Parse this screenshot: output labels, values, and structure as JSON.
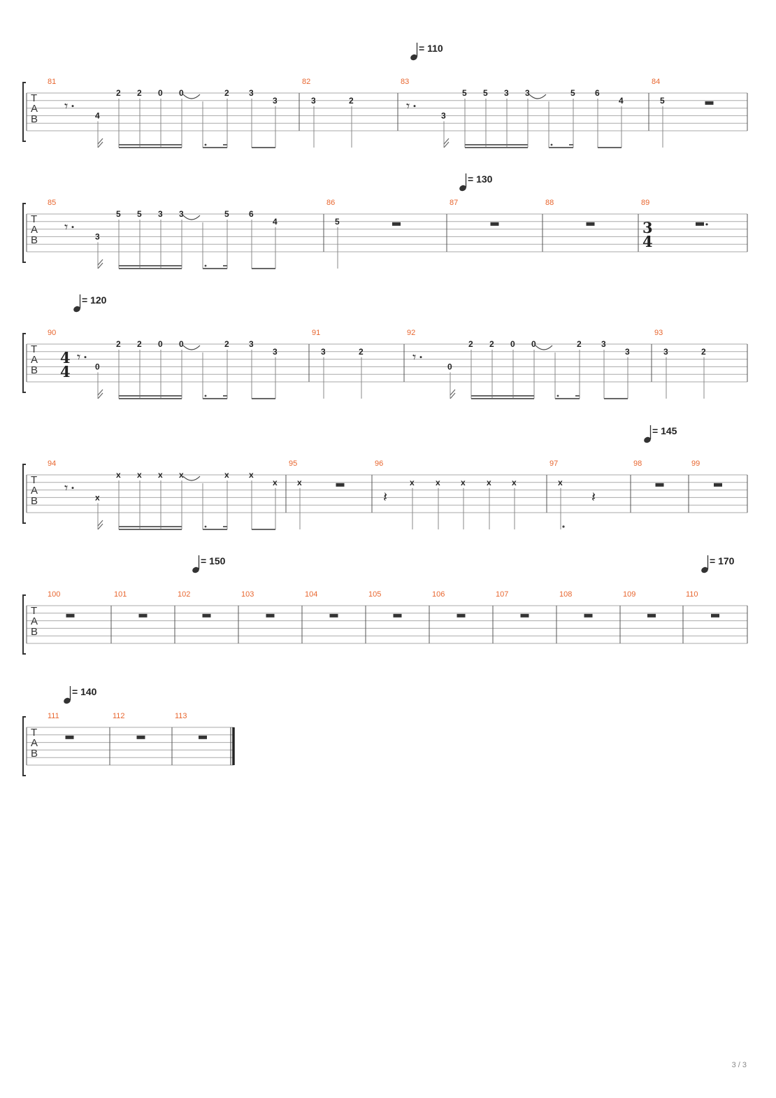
{
  "page": {
    "footer": "3 / 3"
  },
  "tab_label": [
    "T",
    "A",
    "B"
  ],
  "tempos": [
    "= 110",
    "= 130",
    "= 120",
    "= 145",
    "= 150",
    "= 170",
    "= 140"
  ],
  "systems": [
    {
      "measures": [
        {
          "number": "81",
          "rest": "eighth-dotted",
          "notes": [
            [
              "4"
            ],
            [
              "2"
            ],
            [
              "2"
            ],
            [
              "0"
            ],
            [
              "0"
            ],
            [],
            [
              "2"
            ],
            [
              "3"
            ],
            [
              "3"
            ]
          ]
        },
        {
          "number": "82",
          "notes": [
            [
              "3"
            ],
            [
              "2"
            ]
          ]
        },
        {
          "number": "83",
          "rest": "eighth-dotted",
          "notes": [
            [
              "3"
            ],
            [
              "5"
            ],
            [
              "5"
            ],
            [
              "3"
            ],
            [
              "3"
            ],
            [],
            [
              "5"
            ],
            [
              "6"
            ],
            [
              "4"
            ]
          ]
        },
        {
          "number": "84",
          "notes": [
            [
              "5"
            ]
          ],
          "rest_after": "half"
        }
      ],
      "tempo_marks": [
        {
          "text": "= 110",
          "measure": "83"
        }
      ]
    },
    {
      "measures": [
        {
          "number": "85",
          "rest": "eighth-dotted",
          "notes": [
            [
              "3"
            ],
            [
              "5"
            ],
            [
              "5"
            ],
            [
              "3"
            ],
            [
              "3"
            ],
            [],
            [
              "5"
            ],
            [
              "6"
            ],
            [
              "4"
            ]
          ]
        },
        {
          "number": "86",
          "notes": [
            [
              "5"
            ]
          ],
          "rest_after": "half"
        },
        {
          "number": "87",
          "rest_only": "whole"
        },
        {
          "number": "88",
          "rest_only": "whole"
        },
        {
          "number": "89",
          "time_signature": [
            "3",
            "4"
          ],
          "rest_only": "dotted-half"
        }
      ],
      "tempo_marks": [
        {
          "text": "= 130",
          "measure": "87"
        }
      ]
    },
    {
      "measures": [
        {
          "number": "90",
          "time_signature": [
            "4",
            "4"
          ],
          "rest": "eighth-dotted",
          "notes": [
            [
              "0"
            ],
            [
              "2"
            ],
            [
              "2"
            ],
            [
              "0"
            ],
            [
              "0"
            ],
            [],
            [
              "2"
            ],
            [
              "3"
            ],
            [
              "3"
            ]
          ]
        },
        {
          "number": "91",
          "notes": [
            [
              "3"
            ],
            [
              "2"
            ]
          ]
        },
        {
          "number": "92",
          "rest": "eighth-dotted",
          "notes": [
            [
              "0"
            ],
            [
              "2"
            ],
            [
              "2"
            ],
            [
              "0"
            ],
            [
              "0"
            ],
            [],
            [
              "2"
            ],
            [
              "3"
            ],
            [
              "3"
            ]
          ]
        },
        {
          "number": "93",
          "notes": [
            [
              "3"
            ],
            [
              "2"
            ]
          ]
        }
      ],
      "tempo_marks": [
        {
          "text": "= 120",
          "measure": "90"
        }
      ]
    },
    {
      "measures": [
        {
          "number": "94",
          "rest": "eighth-dotted",
          "notes": [
            [
              "x"
            ],
            [
              "x"
            ],
            [
              "x"
            ],
            [
              "x"
            ],
            [
              "x"
            ],
            [],
            [
              "x"
            ],
            [
              "x"
            ],
            [
              "x"
            ]
          ]
        },
        {
          "number": "95",
          "notes": [
            [
              "x"
            ]
          ],
          "rest_after": "half"
        },
        {
          "number": "96",
          "rest": "quarter",
          "notes": [
            [
              "x"
            ],
            [
              "x"
            ],
            [
              "x"
            ],
            [
              "x"
            ],
            [
              "x"
            ]
          ]
        },
        {
          "number": "97",
          "notes": [
            [
              "x"
            ]
          ],
          "rest_after": "quarter"
        },
        {
          "number": "98",
          "rest_only": "whole"
        },
        {
          "number": "99",
          "rest_only": "whole"
        }
      ],
      "tempo_marks": [
        {
          "text": "= 145",
          "measure": "98"
        }
      ]
    },
    {
      "measures": [
        {
          "number": "100",
          "rest_only": "whole"
        },
        {
          "number": "101",
          "rest_only": "whole"
        },
        {
          "number": "102",
          "rest_only": "whole"
        },
        {
          "number": "103",
          "rest_only": "whole"
        },
        {
          "number": "104",
          "rest_only": "whole"
        },
        {
          "number": "105",
          "rest_only": "whole"
        },
        {
          "number": "106",
          "rest_only": "whole"
        },
        {
          "number": "107",
          "rest_only": "whole"
        },
        {
          "number": "108",
          "rest_only": "whole"
        },
        {
          "number": "109",
          "rest_only": "whole"
        },
        {
          "number": "110",
          "rest_only": "whole"
        }
      ],
      "tempo_marks": [
        {
          "text": "= 150",
          "measure": "102"
        },
        {
          "text": "= 170",
          "measure": "110"
        }
      ]
    },
    {
      "measures": [
        {
          "number": "111",
          "rest_only": "whole"
        },
        {
          "number": "112",
          "rest_only": "whole"
        },
        {
          "number": "113",
          "rest_only": "whole",
          "final_barline": true
        }
      ],
      "tempo_marks": [
        {
          "text": "= 140",
          "measure": "111"
        }
      ]
    }
  ]
}
